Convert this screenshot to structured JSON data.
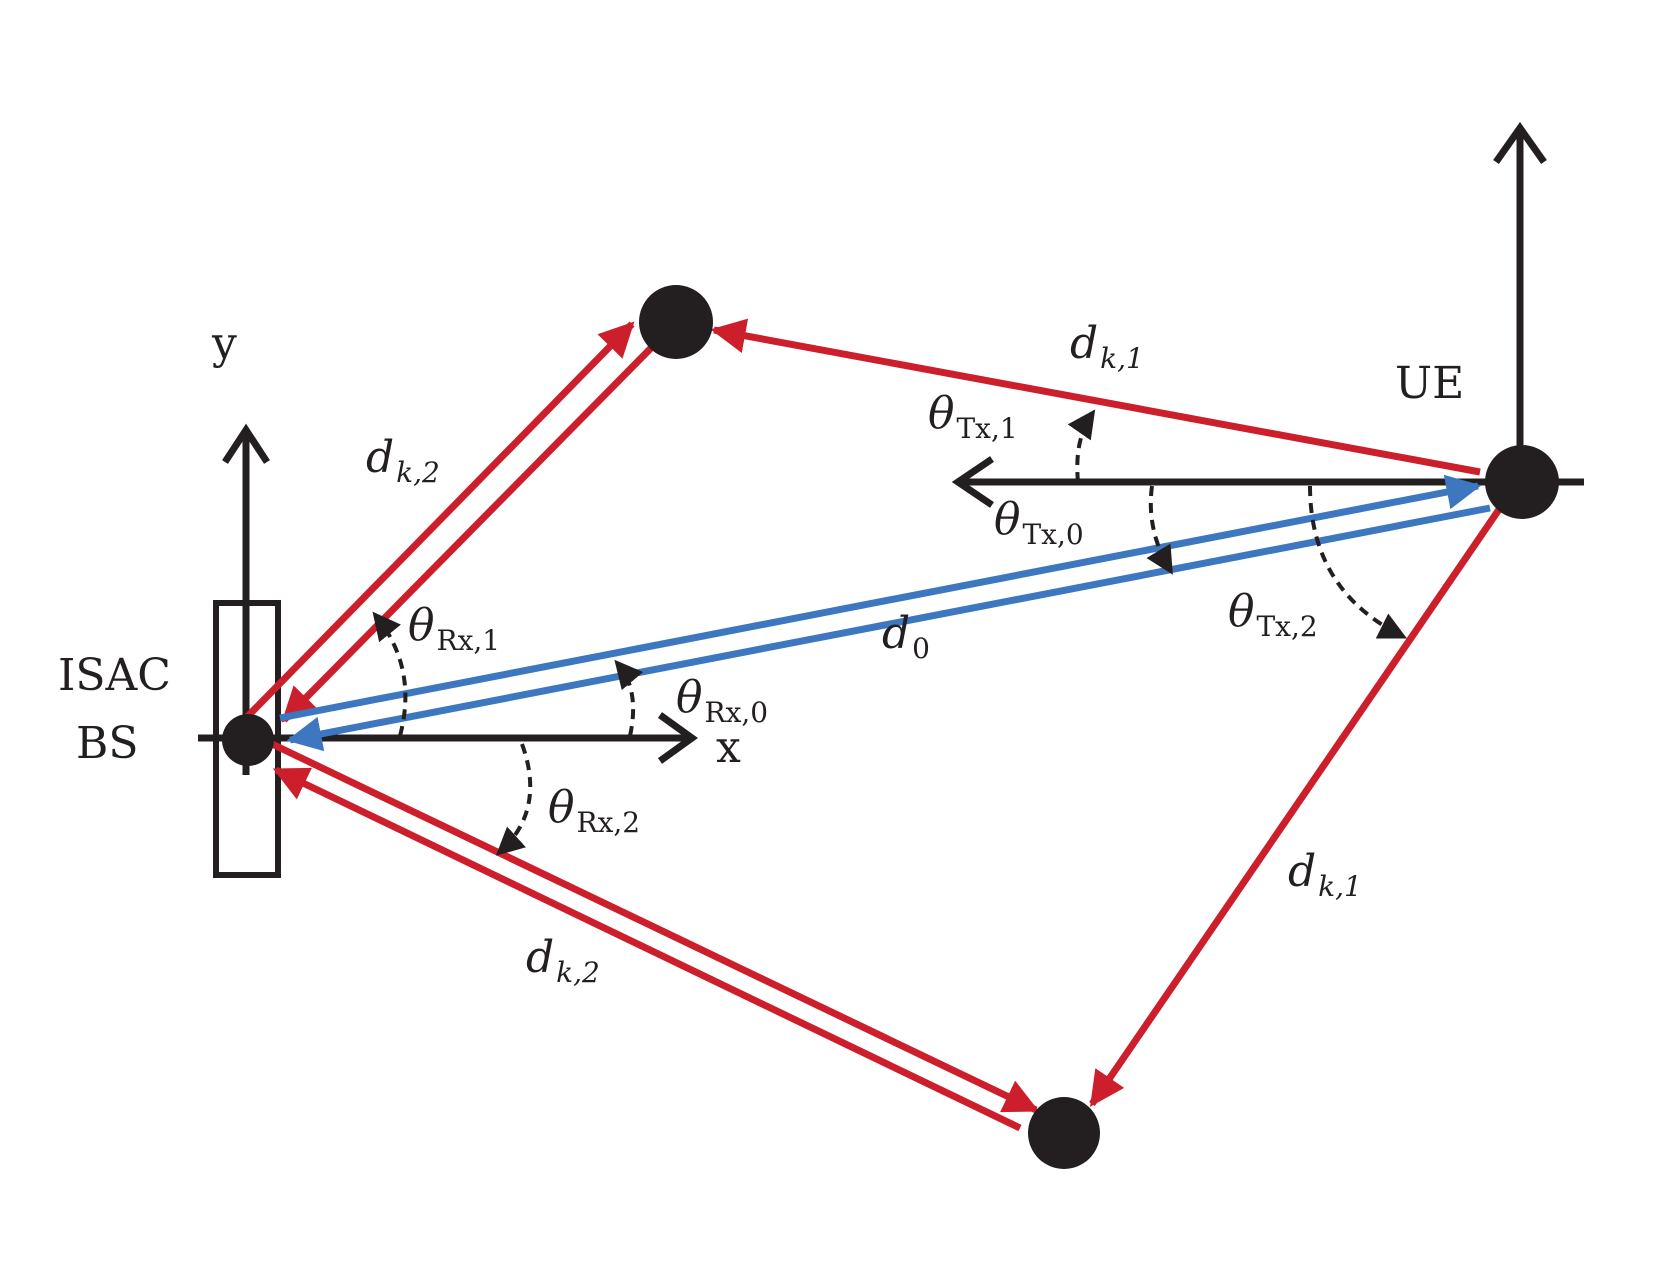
{
  "colors": {
    "axis": "#231f20",
    "red_path": "#cc1f2b",
    "blue_path": "#3d77bf",
    "node": "#231f20"
  },
  "labels": {
    "bs_line1": "ISAC",
    "bs_line2": "BS",
    "ue": "UE",
    "axis_x": "x",
    "axis_y": "y",
    "d0": {
      "main": "d",
      "sub": "0"
    },
    "dk1_top": {
      "main": "d",
      "sub": "k,1"
    },
    "dk2_top": {
      "main": "d",
      "sub": "k,2"
    },
    "dk1_bottom": {
      "main": "d",
      "sub": "k,1"
    },
    "dk2_bottom": {
      "main": "d",
      "sub": "k,2"
    },
    "theta_tx1": {
      "main": "θ",
      "sub": "Tx,1"
    },
    "theta_tx0": {
      "main": "θ",
      "sub": "Tx,0"
    },
    "theta_tx2": {
      "main": "θ",
      "sub": "Tx,2"
    },
    "theta_rx1": {
      "main": "θ",
      "sub": "Rx,1"
    },
    "theta_rx0": {
      "main": "θ",
      "sub": "Rx,0"
    },
    "theta_rx2": {
      "main": "θ",
      "sub": "Rx,2"
    }
  }
}
